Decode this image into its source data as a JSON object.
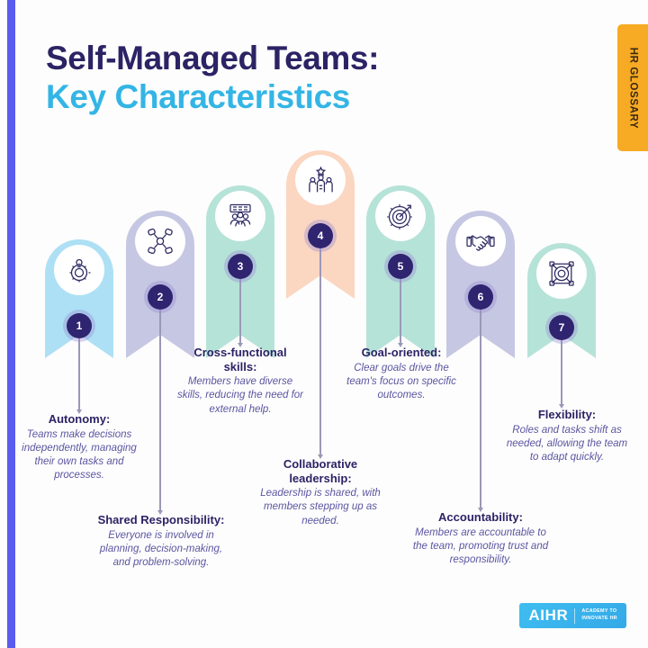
{
  "badge": {
    "label": "HR GLOSSARY",
    "color": "#f7aa24"
  },
  "heading": {
    "line1": "Self-Managed Teams:",
    "line2": "Key Characteristics",
    "line1_color": "#2c2365",
    "line2_color": "#33b5e5"
  },
  "accent_stripe_color": "#5a5cf0",
  "pins": [
    {
      "number": "1",
      "icon": "gear-lightbulb-icon",
      "color": "#ade0f4",
      "title": "Autonomy:",
      "body": "Teams make decisions independently, managing their own tasks and processes."
    },
    {
      "number": "2",
      "icon": "shared-hands-network-icon",
      "color": "#c6c7e2",
      "title": "Shared Responsibility:",
      "body": "Everyone is involved in planning, decision-making, and problem-solving."
    },
    {
      "number": "3",
      "icon": "team-skills-icon",
      "color": "#b6e3d8",
      "title": "Cross-functional skills:",
      "body": "Members have diverse skills, reducing the need for external help."
    },
    {
      "number": "4",
      "icon": "team-leadership-icon",
      "color": "#fbd6c1",
      "title": "Collaborative leadership:",
      "body": "Leadership is shared, with members stepping up as needed."
    },
    {
      "number": "5",
      "icon": "target-goal-icon",
      "color": "#b6e3d8",
      "title": "Goal-oriented:",
      "body": "Clear goals drive the team's focus on specific outcomes."
    },
    {
      "number": "6",
      "icon": "handshake-icon",
      "color": "#c6c7e2",
      "title": "Accountability:",
      "body": "Members are accountable to the team, promoting trust and responsibility."
    },
    {
      "number": "7",
      "icon": "flexibility-resize-icon",
      "color": "#b6e3d8",
      "title": "Flexibility:",
      "body": "Roles and tasks shift as needed, allowing the team to adapt quickly."
    }
  ],
  "logo": {
    "mark": "AIHR",
    "tagline_line1": "ACADEMY TO",
    "tagline_line2": "INNOVATE HR",
    "color": "#34a9e8"
  }
}
